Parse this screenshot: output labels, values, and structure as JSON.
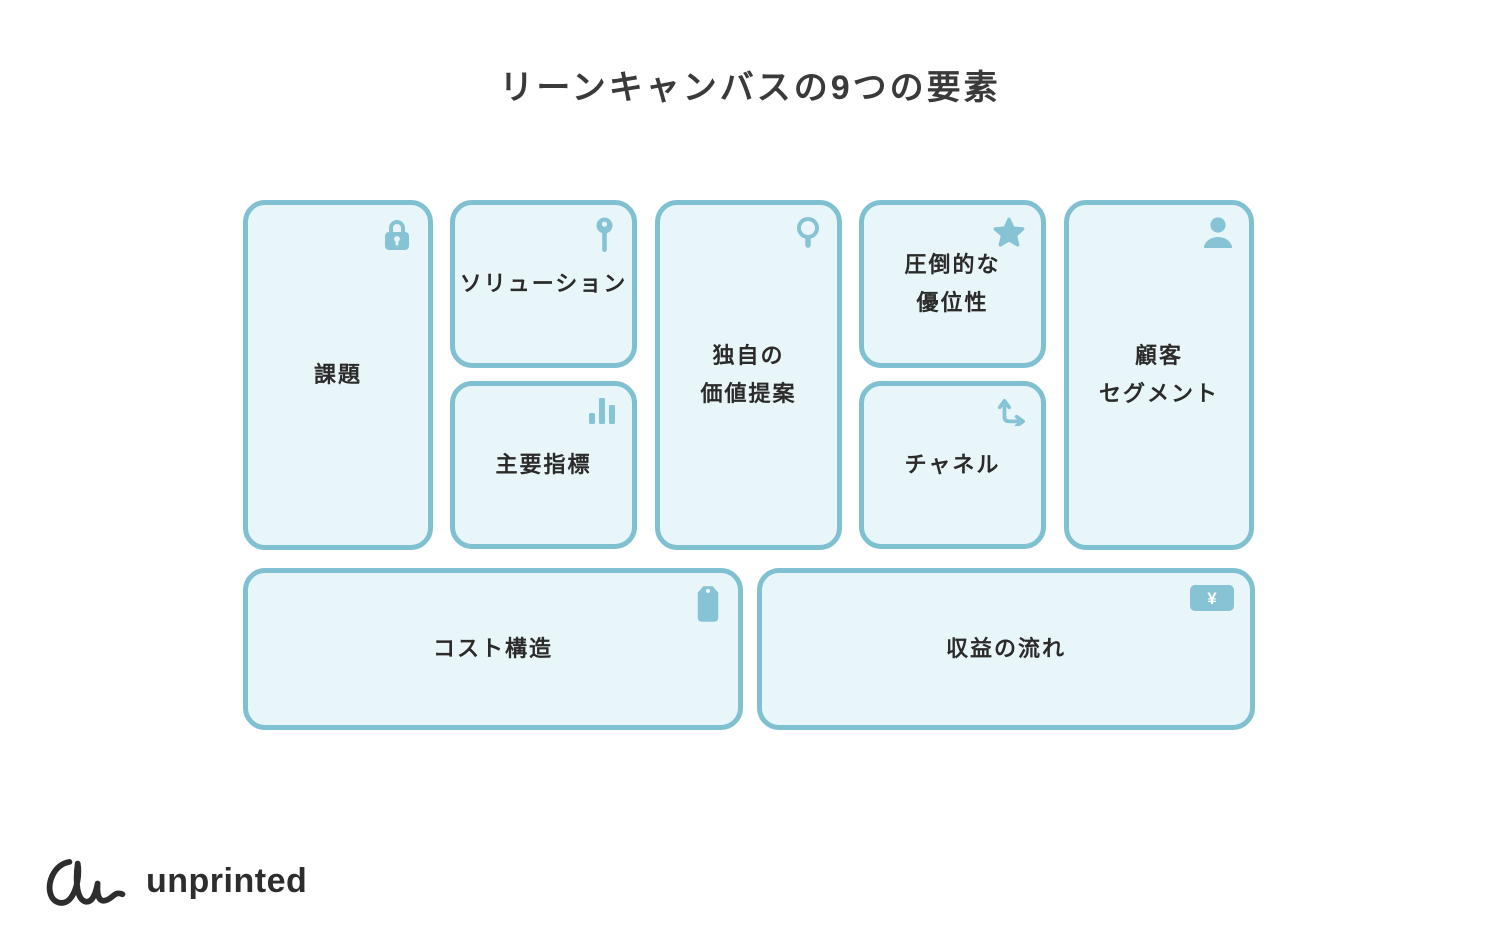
{
  "title": "リーンキャンバスの9つの要素",
  "colors": {
    "box_fill": "#e9f6f9",
    "box_border": "#7fc0d1",
    "icon": "#85c3d5",
    "label_text": "#2b2b2b",
    "title_text": "#3a3a3a",
    "logo_text": "#2d2d2d"
  },
  "canvas": {
    "boxes": [
      {
        "id": "problem",
        "label": "課題",
        "icon": "lock-icon"
      },
      {
        "id": "solution",
        "label": "ソリューション",
        "icon": "key-icon"
      },
      {
        "id": "key-metrics",
        "label": "主要指標",
        "icon": "bar-chart-icon"
      },
      {
        "id": "unique-value-proposition",
        "label": "独自の\n価値提案",
        "icon": "magnifier-icon"
      },
      {
        "id": "unfair-advantage",
        "label": "圧倒的な\n優位性",
        "icon": "star-icon"
      },
      {
        "id": "channels",
        "label": "チャネル",
        "icon": "turn-arrows-icon"
      },
      {
        "id": "customer-segments",
        "label": "顧客\nセグメント",
        "icon": "person-icon"
      },
      {
        "id": "cost-structure",
        "label": "コスト構造",
        "icon": "price-tag-icon"
      },
      {
        "id": "revenue-streams",
        "label": "収益の流れ",
        "icon": "yen-banknote-icon",
        "icon_glyph": "¥"
      }
    ]
  },
  "footer": {
    "logo_text": "unprinted"
  }
}
